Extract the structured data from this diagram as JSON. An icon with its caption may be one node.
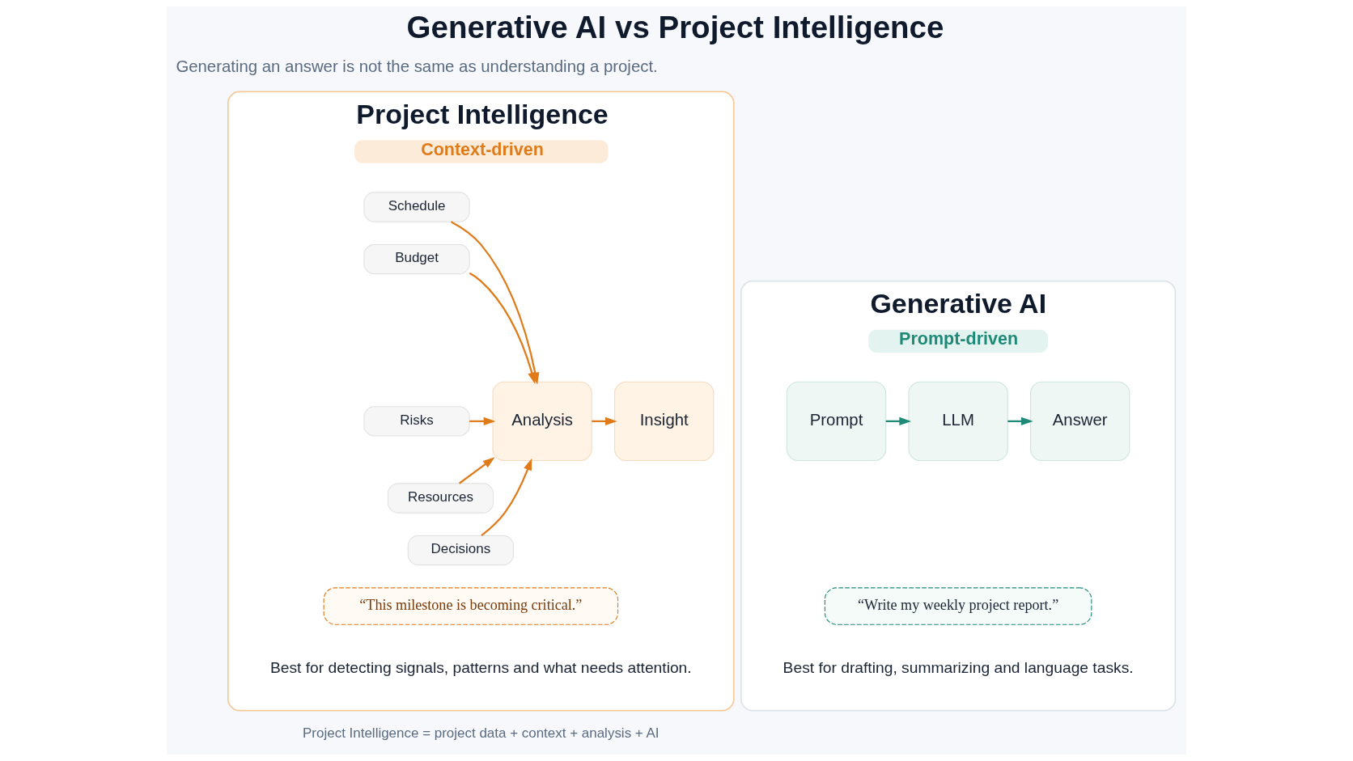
{
  "diagram": {
    "title": "Generative AI vs Project Intelligence",
    "nodes": [
      {
        "text": [
          "Generative AI",
          "Prompt-driven"
        ]
      },
      {
        "text": [
          "Prompt"
        ],
        "in": 0
      },
      {
        "text": [
          "LLM"
        ],
        "in": 0
      },
      {
        "text": [
          "Answer"
        ],
        "in": 0
      },
      {
        "text": [
          "“Write my weekly project report.”"
        ],
        "in": 0
      },
      {
        "text": [
          "Best for drafting, summarizing and language tasks."
        ],
        "in": 0
      },
      {
        "text": [
          "Project Intelligence",
          "Context-driven"
        ]
      },
      {
        "text": [
          "Schedule"
        ],
        "in": 6
      },
      {
        "text": [
          "Budget"
        ],
        "in": 6
      },
      {
        "text": [
          "Risks"
        ],
        "in": 6
      },
      {
        "text": [
          "Resources"
        ],
        "in": 6
      },
      {
        "text": [
          "Decisions"
        ],
        "in": 6
      },
      {
        "text": [
          "Analysis"
        ],
        "in": 6
      },
      {
        "text": [
          "Insight"
        ],
        "in": 6
      },
      {
        "text": [
          "“This milestone is becoming critical.”"
        ],
        "in": 6
      },
      {
        "text": [
          "Best for detecting signals, patterns and what needs attention."
        ],
        "in": 6
      }
    ],
    "edges": [
      {
        "from": 1,
        "to": 2,
        "arrow": "to",
        "color": "#1f8a78"
      },
      {
        "from": 2,
        "to": 3,
        "arrow": "to",
        "color": "#1f8a78"
      },
      {
        "from": 7,
        "to": 12,
        "arrow": "to"
      },
      {
        "from": 8,
        "to": 12,
        "arrow": "to"
      },
      {
        "from": 9,
        "to": 12,
        "arrow": "to"
      },
      {
        "from": 10,
        "to": 12,
        "arrow": "to"
      },
      {
        "from": 11,
        "to": 12,
        "arrow": "to"
      },
      {
        "from": 12,
        "to": 13,
        "arrow": "to"
      }
    ],
    "labels": [
      "Generating an answer is not the same as understanding a project.",
      "Project Intelligence = project data + context + analysis + AI"
    ]
  }
}
